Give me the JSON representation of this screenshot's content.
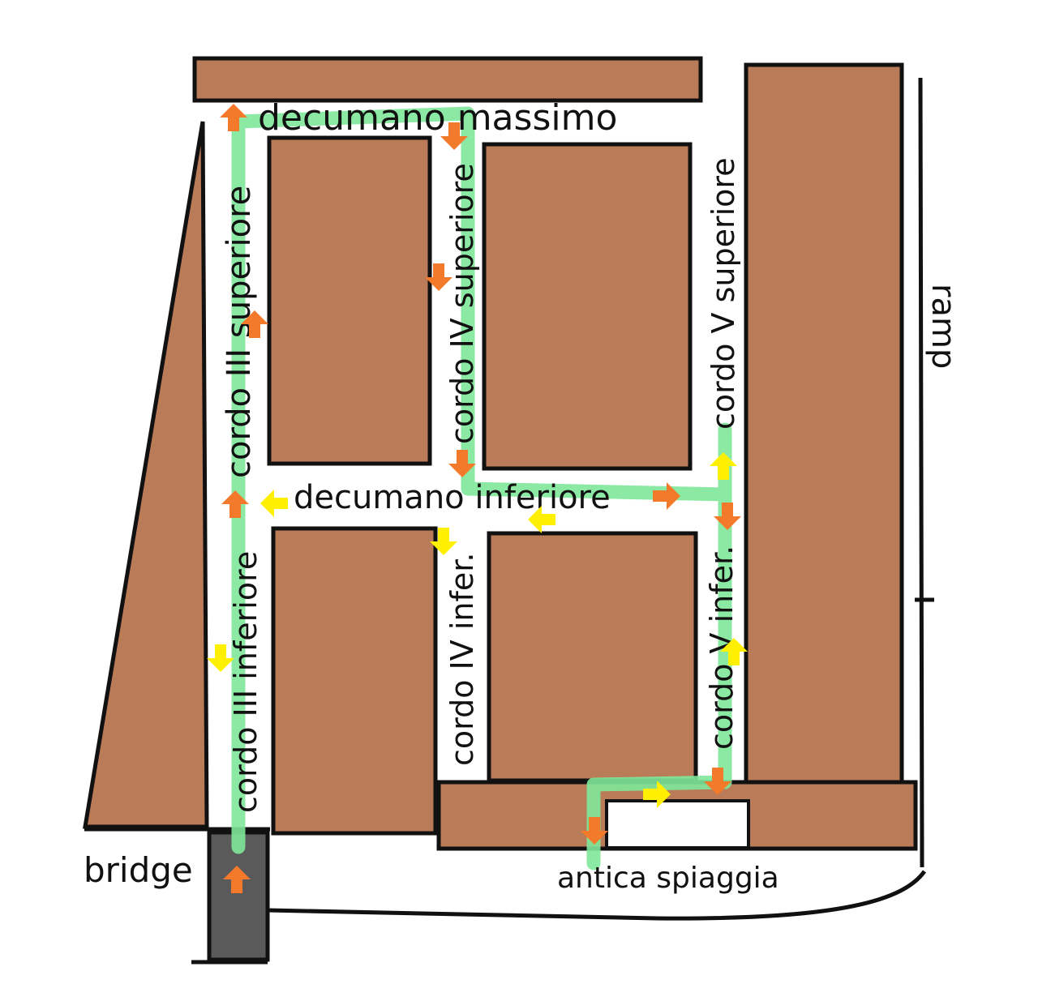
{
  "colors": {
    "building": "#b97b58",
    "outline": "#111111",
    "route": "#7fe79a",
    "arrow_orange": "#f47a2b",
    "arrow_yellow": "#ffef00",
    "bridge_fill": "#5a5a5a"
  },
  "labels": {
    "decumano_massimo": "decumano massimo",
    "decumano_inferiore": "decumano inferiore",
    "cordo_iii_superiore": "cordo III superiore",
    "cordo_iii_inferiore": "cordo III inferiore",
    "cordo_iv_superiore": "cordo IV superiore",
    "cordo_iv_infer": "cordo IV infer.",
    "cordo_v_superiore": "cordo V superiore",
    "cordo_v_infer": "cordo V infer.",
    "ramp": "ramp",
    "bridge": "bridge",
    "antica_spiaggia": "antica spiaggia"
  },
  "icons": [
    "arrow-up-icon",
    "arrow-down-icon",
    "arrow-left-icon",
    "arrow-right-icon"
  ]
}
